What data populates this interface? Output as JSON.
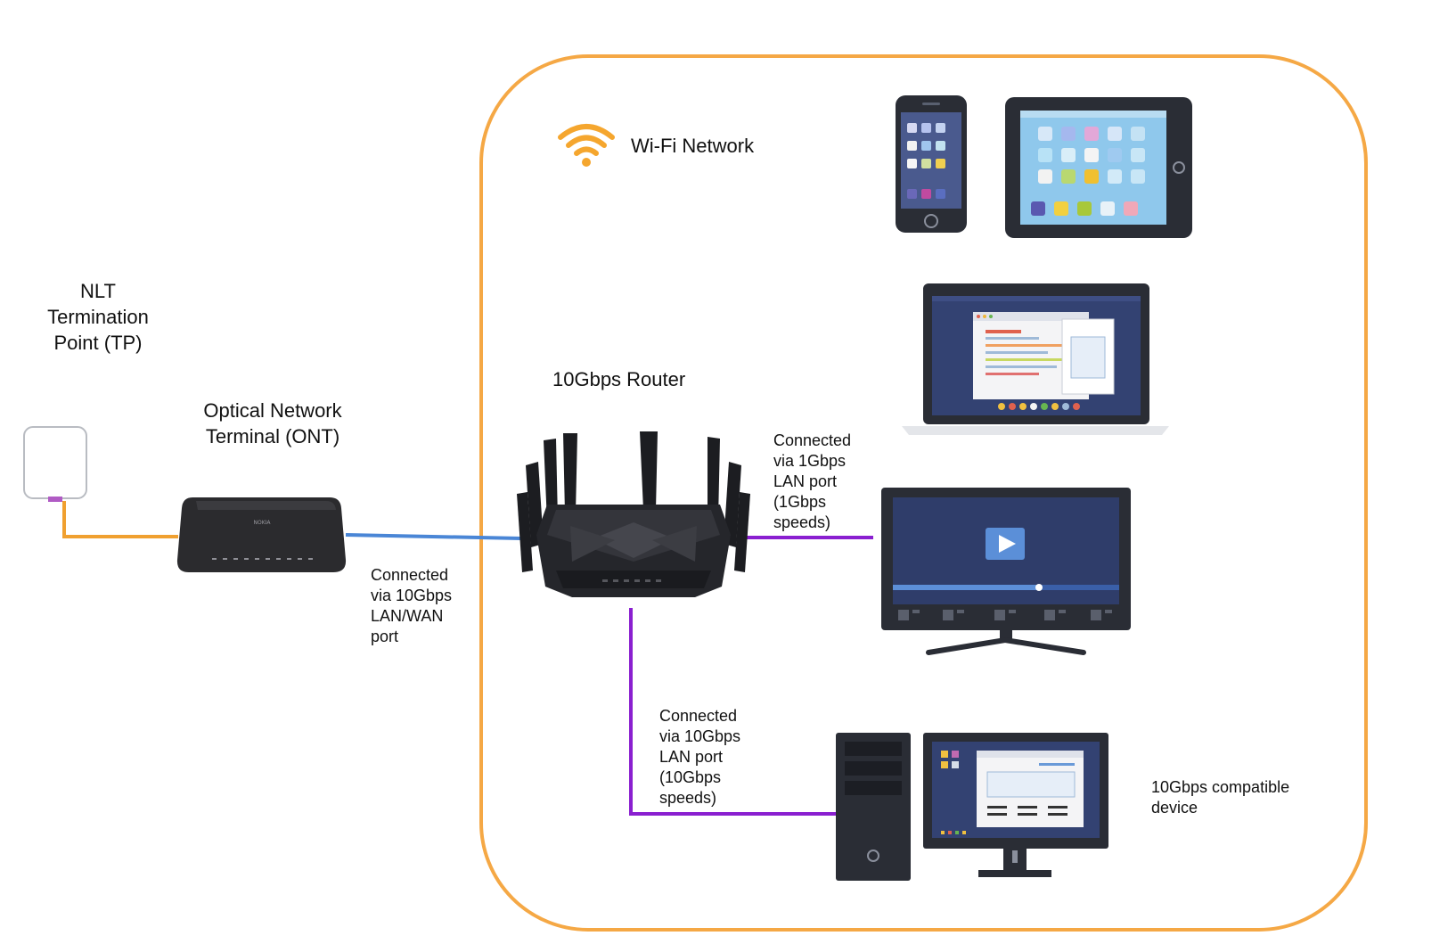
{
  "colors": {
    "wifi_boundary": "#f5a845",
    "fiber_link": "#f0a030",
    "ont_link": "#4a86d6",
    "lan_link": "#8a1fd0",
    "device_dark": "#2a2d35",
    "screen_blue": "#2f3d6a"
  },
  "labels": {
    "wifi_network": "Wi-Fi Network",
    "nlt_tp": "NLT\nTermination\nPoint (TP)",
    "ont": "Optical Network\nTerminal (ONT)",
    "router": "10Gbps Router",
    "ont_link": "Connected\nvia 10Gbps\nLAN/WAN\nport",
    "tv_link": "Connected\nvia 1Gbps\nLAN port\n(1Gbps\nspeeds)",
    "pc_link": "Connected\nvia 10Gbps\nLAN port\n(10Gbps\nspeeds)",
    "pc_device": "10Gbps compatible\ndevice"
  },
  "icons": {
    "wifi": "wifi-icon",
    "termination_point": "termination-point-icon",
    "ont": "ont-device-icon",
    "router": "router-icon",
    "phone": "smartphone-icon",
    "tablet": "tablet-icon",
    "laptop": "laptop-icon",
    "tv": "tv-icon",
    "desktop": "desktop-pc-icon"
  }
}
